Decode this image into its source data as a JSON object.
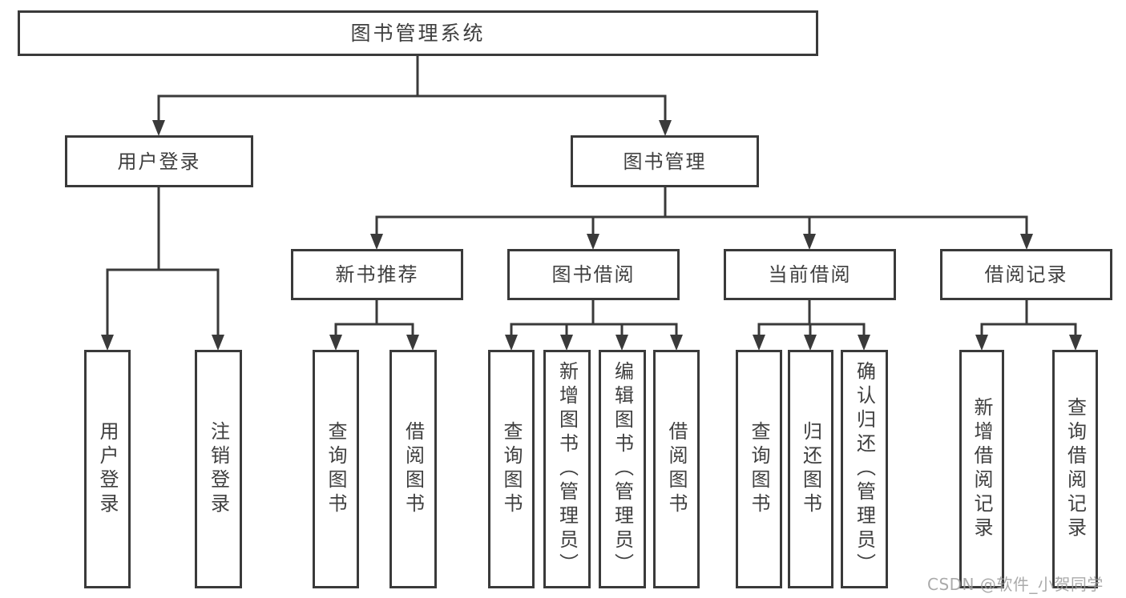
{
  "nodes": {
    "root": {
      "label": "图书管理系统"
    },
    "userLogin": {
      "label": "用户登录"
    },
    "bookMgmt": {
      "label": "图书管理"
    },
    "newBook": {
      "label": "新书推荐"
    },
    "bookBorrow": {
      "label": "图书借阅"
    },
    "currentBorrow": {
      "label": "当前借阅"
    },
    "borrowRecords": {
      "label": "借阅记录"
    },
    "leafUserLogin": {
      "label": "用户登录"
    },
    "leafLogout": {
      "label": "注销登录"
    },
    "leafNbQuery": {
      "label": "查询图书"
    },
    "leafNbBorrow": {
      "label": "借阅图书"
    },
    "leafBbQuery": {
      "label": "查询图书"
    },
    "leafBbAdd": {
      "label": "新增图书（管理员）"
    },
    "leafBbEdit": {
      "label": "编辑图书（管理员）"
    },
    "leafBbBorrow": {
      "label": "借阅图书"
    },
    "leafCbQuery": {
      "label": "查询图书"
    },
    "leafCbReturn": {
      "label": "归还图书"
    },
    "leafCbConfirm": {
      "label": "确认归还（管理员）"
    },
    "leafBrAdd": {
      "label": "新增借阅记录"
    },
    "leafBrQuery": {
      "label": "查询借阅记录"
    }
  },
  "hierarchy": {
    "root": "图书管理系统",
    "children": [
      {
        "label": "用户登录",
        "children": [
          "用户登录",
          "注销登录"
        ]
      },
      {
        "label": "图书管理",
        "children": [
          {
            "label": "新书推荐",
            "children": [
              "查询图书",
              "借阅图书"
            ]
          },
          {
            "label": "图书借阅",
            "children": [
              "查询图书",
              "新增图书（管理员）",
              "编辑图书（管理员）",
              "借阅图书"
            ]
          },
          {
            "label": "当前借阅",
            "children": [
              "查询图书",
              "归还图书",
              "确认归还（管理员）"
            ]
          },
          {
            "label": "借阅记录",
            "children": [
              "新增借阅记录",
              "查询借阅记录"
            ]
          }
        ]
      }
    ]
  },
  "watermark": {
    "text": "CSDN @软件_小贺同学"
  },
  "colors": {
    "line": "#3a3a3a",
    "text": "#3f3f3f",
    "watermark": "#9c9c9c",
    "background": "#ffffff"
  }
}
